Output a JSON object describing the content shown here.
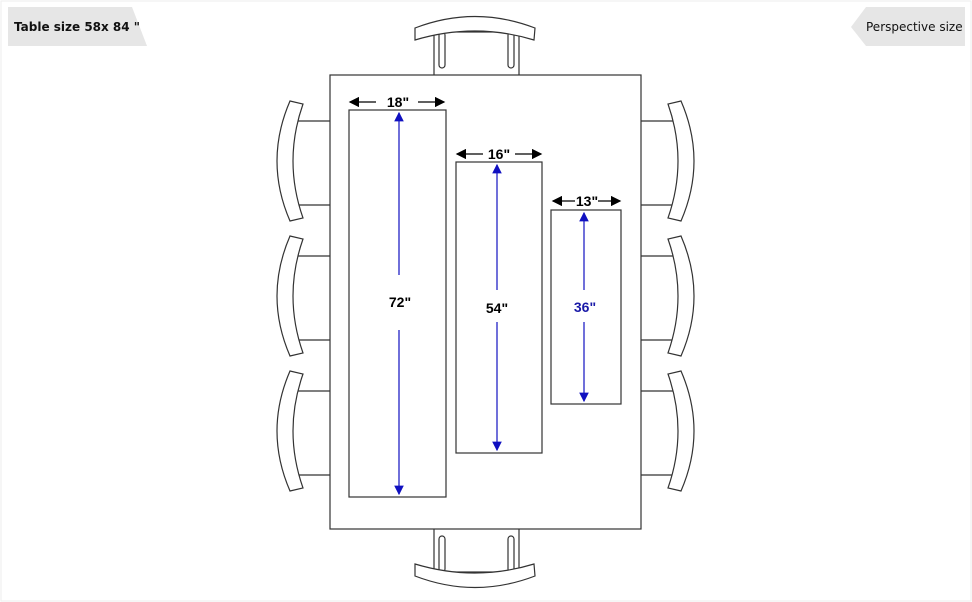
{
  "header": {
    "table_size_label": "Table size 58x 84 \"",
    "perspective_label": "Perspective size"
  },
  "runners": [
    {
      "width_label": "18\"",
      "length_label": "72\"",
      "length_color": "#000000"
    },
    {
      "width_label": "16\"",
      "length_label": "54\"",
      "length_color": "#000000"
    },
    {
      "width_label": "13\"",
      "length_label": "36\"",
      "length_color": "#1a1aa8"
    }
  ],
  "colors": {
    "arrow_vertical": "#1010c0",
    "arrow_horizontal": "#000000",
    "tag_bg": "#e6e6e6"
  }
}
